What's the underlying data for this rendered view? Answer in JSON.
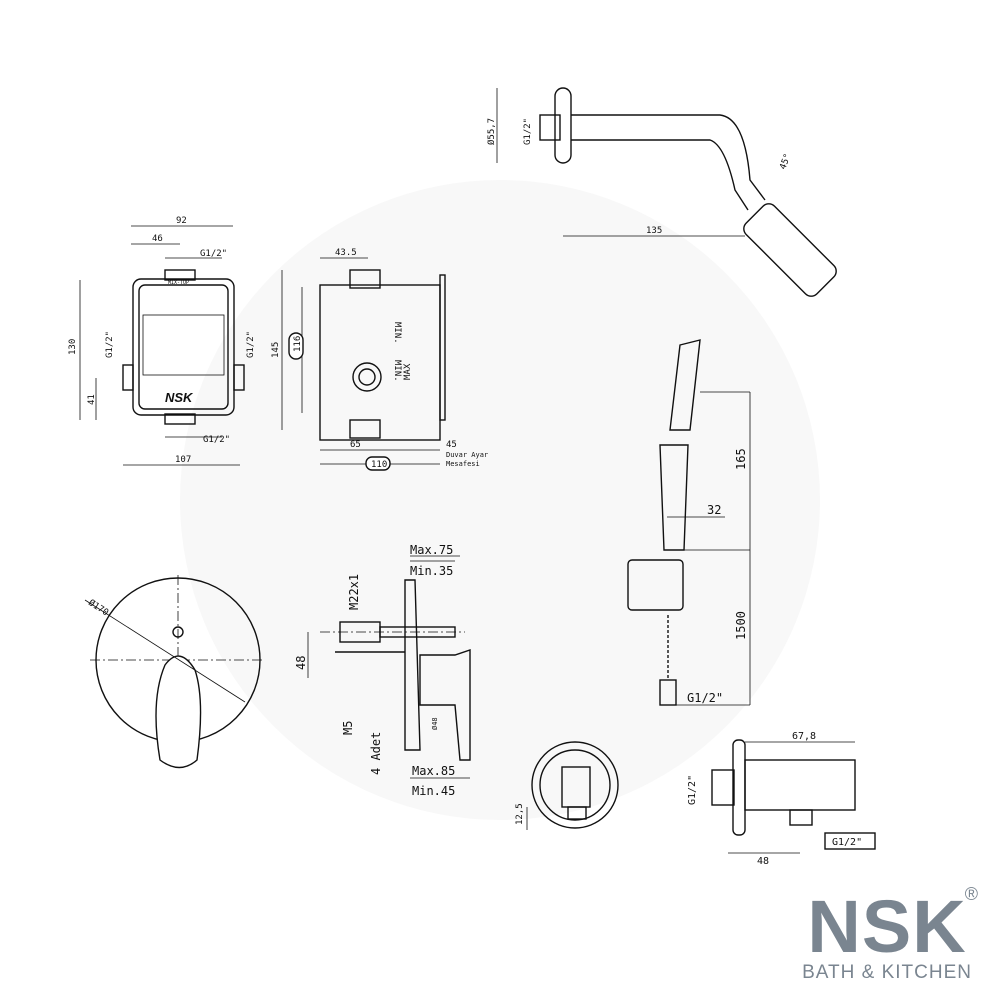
{
  "valve_box_front": {
    "width_label": "92",
    "half_width_label": "46",
    "top_thread_label": "G1/2\"",
    "bottom_thread_label": "G1/2\"",
    "left_thread_label": "G1/2\"",
    "right_thread_label": "G1/2\"",
    "height_label": "130",
    "inlet_height_label": "41",
    "total_width_label": "107",
    "top_mark_label": "MIX-TOP",
    "brand_mark": "NSK"
  },
  "valve_box_side": {
    "depth_top_label": "43.5",
    "height_label": "145",
    "inner_height_label": "116",
    "depth_label": "65",
    "total_depth_label": "110",
    "wall_adjust_label": "45",
    "wall_adjust_text_1": "Duvar Ayar",
    "wall_adjust_text_2": "Mesafesi",
    "min_label_1": "MIN.",
    "min_label_2": "MIN.",
    "max_label": "MAX"
  },
  "shower_arm": {
    "diameter_label": "Ø55,7",
    "thread_label": "G1/2\"",
    "length_label": "135",
    "angle_label": "45°"
  },
  "hand_shower": {
    "length_label": "165",
    "offset_label": "32",
    "hose_label": "1500",
    "thread_label": "G1/2\""
  },
  "mixer_front": {
    "diameter_label": "Ø170"
  },
  "mixer_side": {
    "max_top_label": "Max.75",
    "min_top_label": "Min.35",
    "thread_label": "M22x1",
    "height_label": "48",
    "screw_label": "M5",
    "quantity_label": "4 Adet",
    "diameter_label": "Ø48",
    "max_bottom_label": "Max.85",
    "min_bottom_label": "Min.45"
  },
  "wall_outlet": {
    "offset_label": "12,5",
    "length_label": "67,8",
    "inlet_thread_label": "G1/2\"",
    "outlet_thread_label": "G1/2\"",
    "depth_label": "48"
  },
  "logo": {
    "brand": "NSK",
    "registered": "®",
    "tagline": "BATH & KITCHEN",
    "color": "#7a8590"
  }
}
